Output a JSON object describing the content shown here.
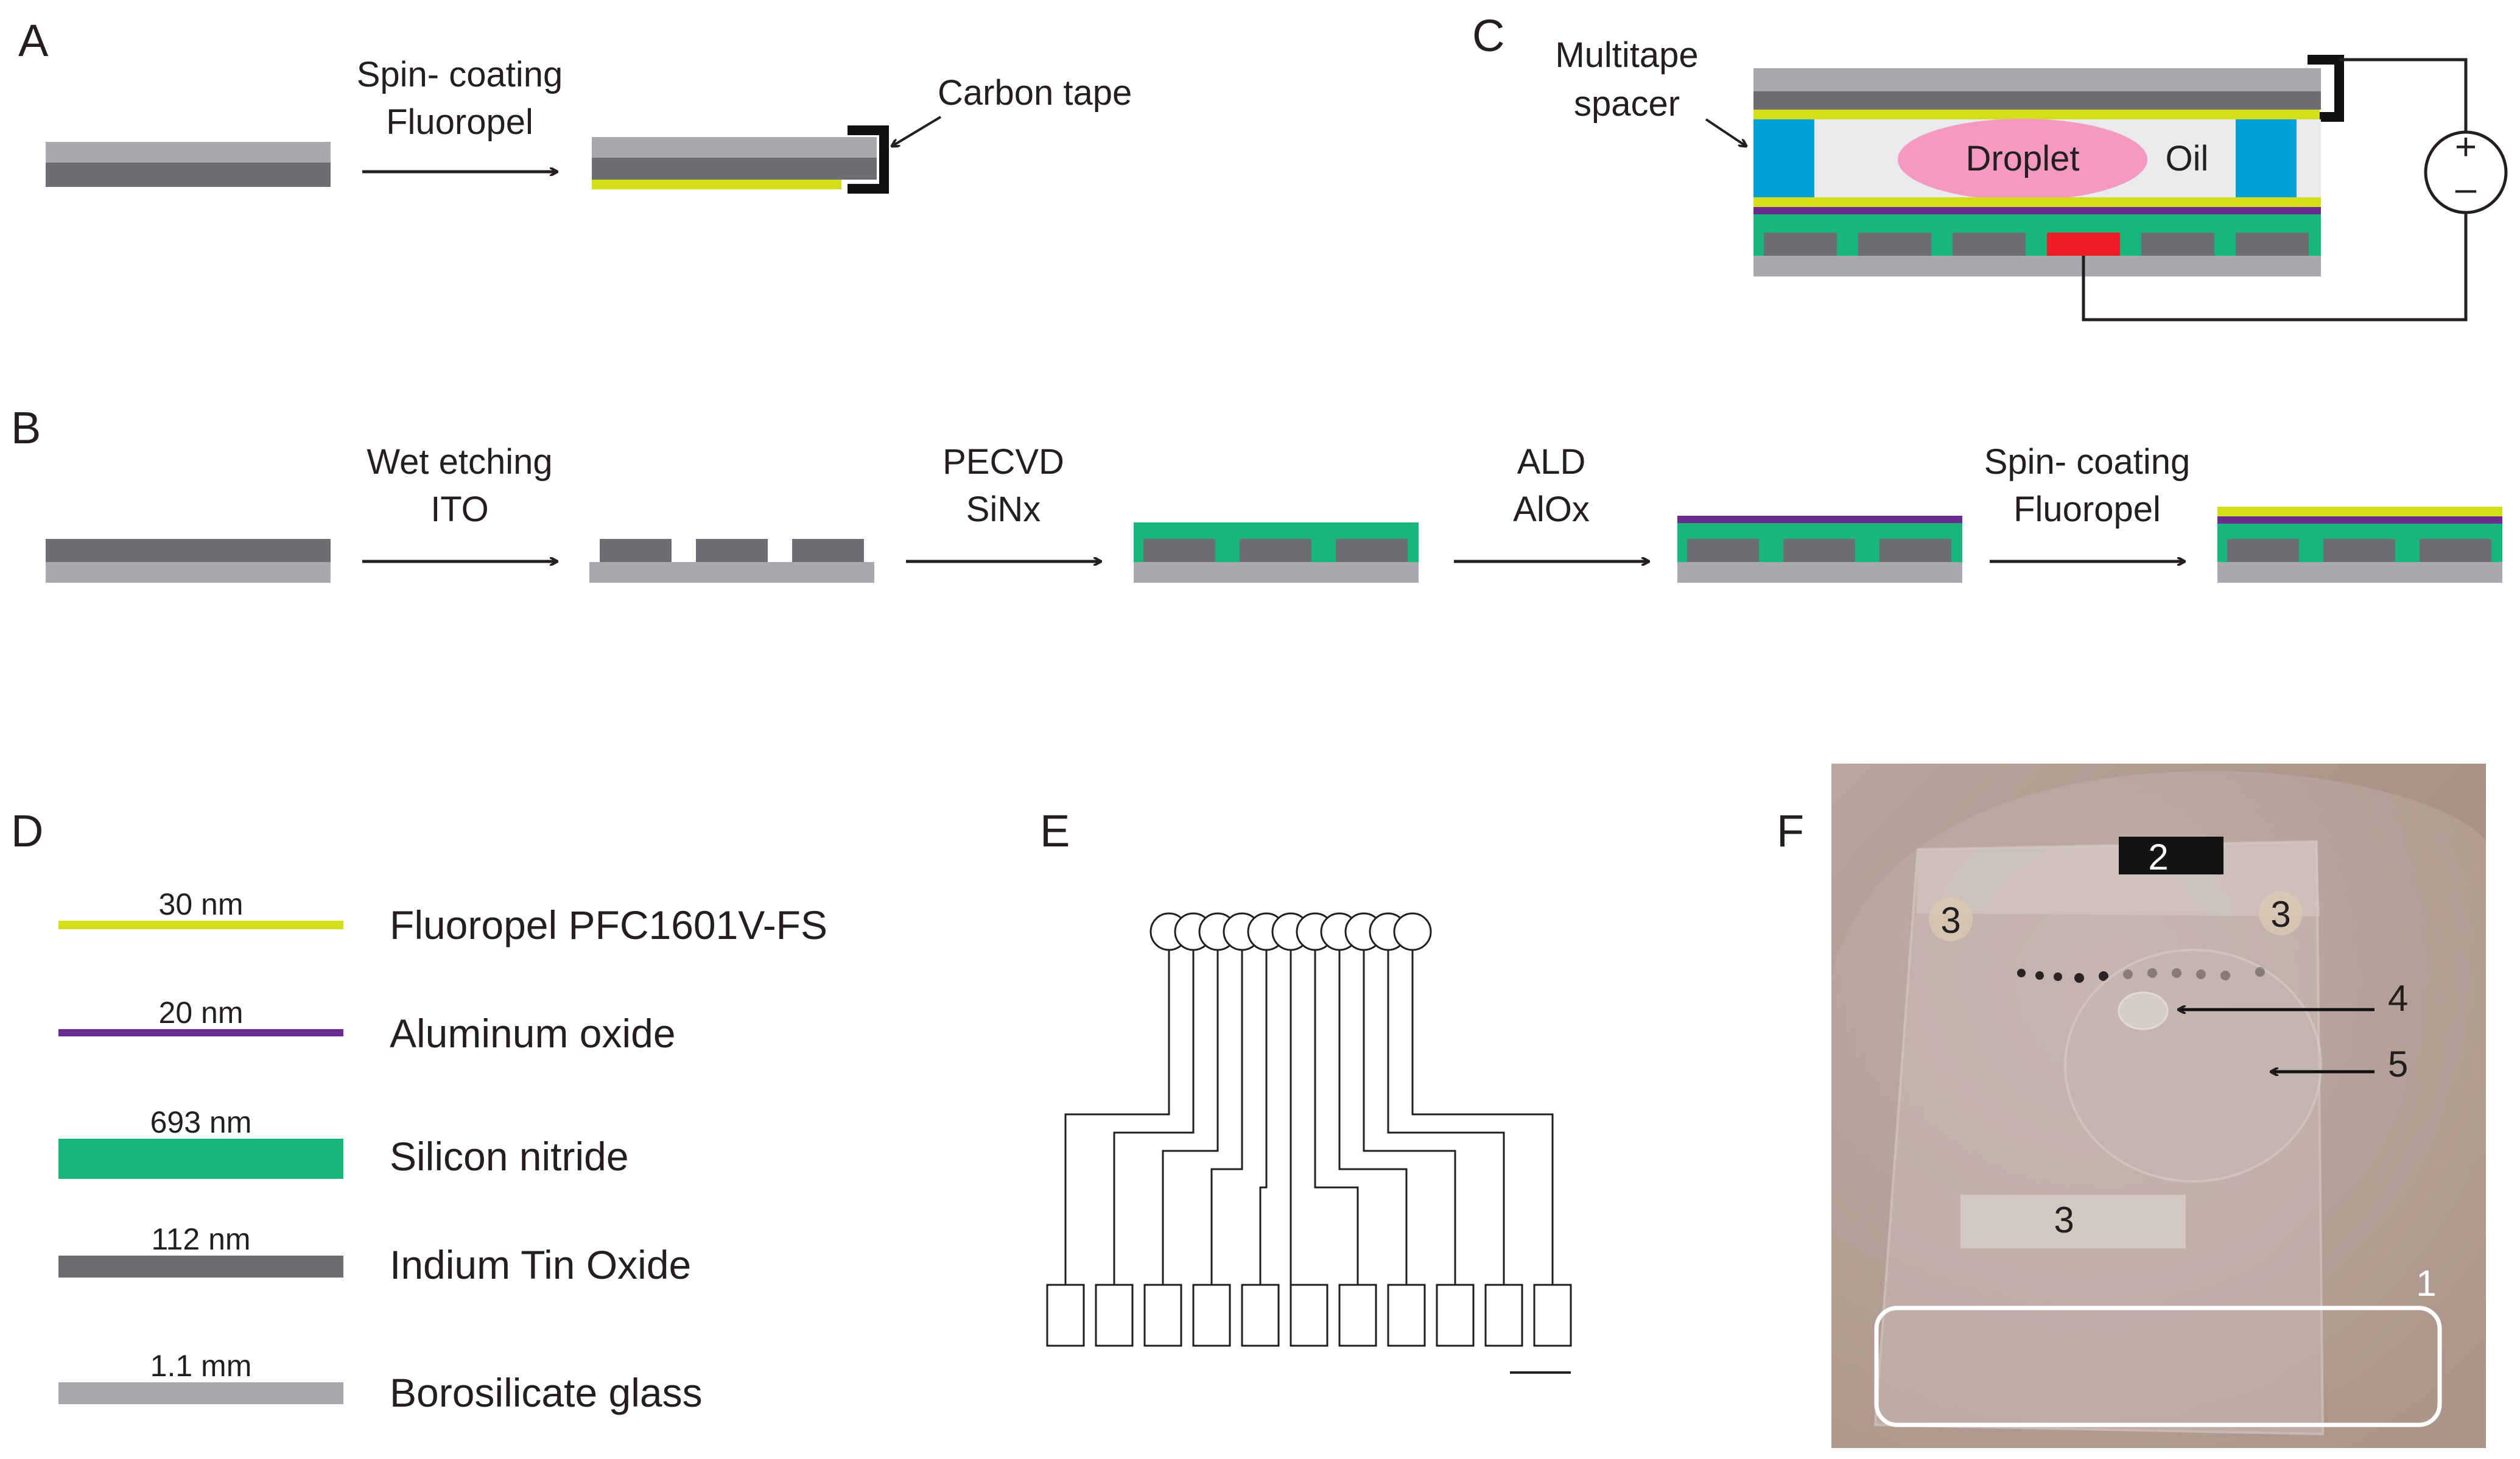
{
  "colors": {
    "fluoropel": "#d4de18",
    "alox": "#6a2c91",
    "sinx": "#17b67b",
    "ito": "#6d6e71",
    "glass": "#a7a9ac",
    "spacer": "#00a1d8",
    "droplet": "#f49ac1",
    "electrode_active": "#ee1c24",
    "oil": "#e9eaec"
  },
  "panels": {
    "a": {
      "label": "A",
      "step_line1": "Spin- coating",
      "step_line2": "Fluoropel",
      "carbon_tape": "Carbon tape"
    },
    "b": {
      "label": "B",
      "steps": [
        {
          "line1": "Wet etching",
          "line2": "ITO"
        },
        {
          "line1": "PECVD",
          "line2": "SiNx"
        },
        {
          "line1": "ALD",
          "line2": "AlOx"
        },
        {
          "line1": "Spin- coating",
          "line2": "Fluoropel"
        }
      ]
    },
    "c": {
      "label": "C",
      "spacer_line1": "Multitape",
      "spacer_line2": "spacer",
      "droplet": "Droplet",
      "oil": "Oil",
      "plus": "+",
      "minus": "–"
    },
    "d": {
      "label": "D",
      "layers": [
        {
          "thickness": "30 nm",
          "name": "Fluoropel PFC1601V-FS",
          "color": "#d4de18"
        },
        {
          "thickness": "20 nm",
          "name": "Aluminum oxide",
          "color": "#6a2c91"
        },
        {
          "thickness": "693 nm",
          "name": "Silicon nitride",
          "color": "#17b67b"
        },
        {
          "thickness": "112 nm",
          "name": "Indium Tin Oxide",
          "color": "#6d6e71"
        },
        {
          "thickness": "1.1 mm",
          "name": "Borosilicate glass",
          "color": "#a7a9ac"
        }
      ]
    },
    "e": {
      "label": "E",
      "electrode_count": 11
    },
    "f": {
      "label": "F",
      "callouts": [
        "2",
        "3",
        "3",
        "4",
        "5",
        "3",
        "1"
      ]
    }
  }
}
